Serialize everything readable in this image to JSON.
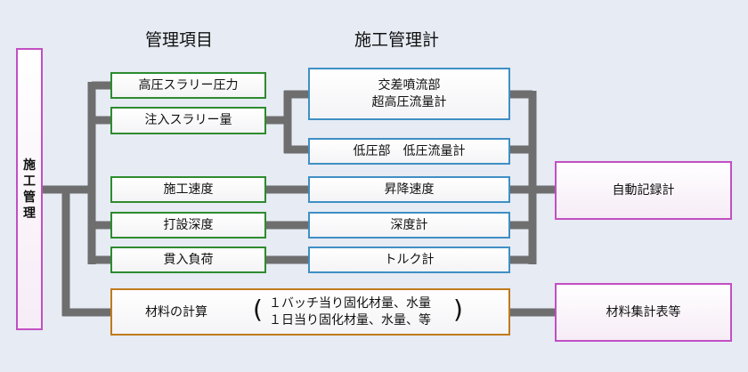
{
  "headers": {
    "items": "管理項目",
    "instruments": "施工管理計"
  },
  "left": {
    "chars": [
      "施",
      "工",
      "管",
      "理"
    ]
  },
  "items": [
    "高圧スラリー圧力",
    "注入スラリー量",
    "施工速度",
    "打設深度",
    "貫入負荷"
  ],
  "instruments": [
    "交差噴流部",
    "超高圧流量計",
    "低圧部　低圧流量計",
    "昇降速度",
    "深度計",
    "トルク計"
  ],
  "outputs": {
    "recorder": "自動記録計",
    "table": "材料集計表等"
  },
  "material": {
    "label": "材料の計算",
    "line1": "１バッチ当り固化材量、水量",
    "line2": "１日当り固化材量、水量、等"
  },
  "colors": {
    "connector": "#6e6e6e",
    "items_border": "#2e8b2e",
    "instrument_border": "#3f8fc4",
    "output_border": "#c24fc2",
    "material_border": "#c07a1c"
  }
}
